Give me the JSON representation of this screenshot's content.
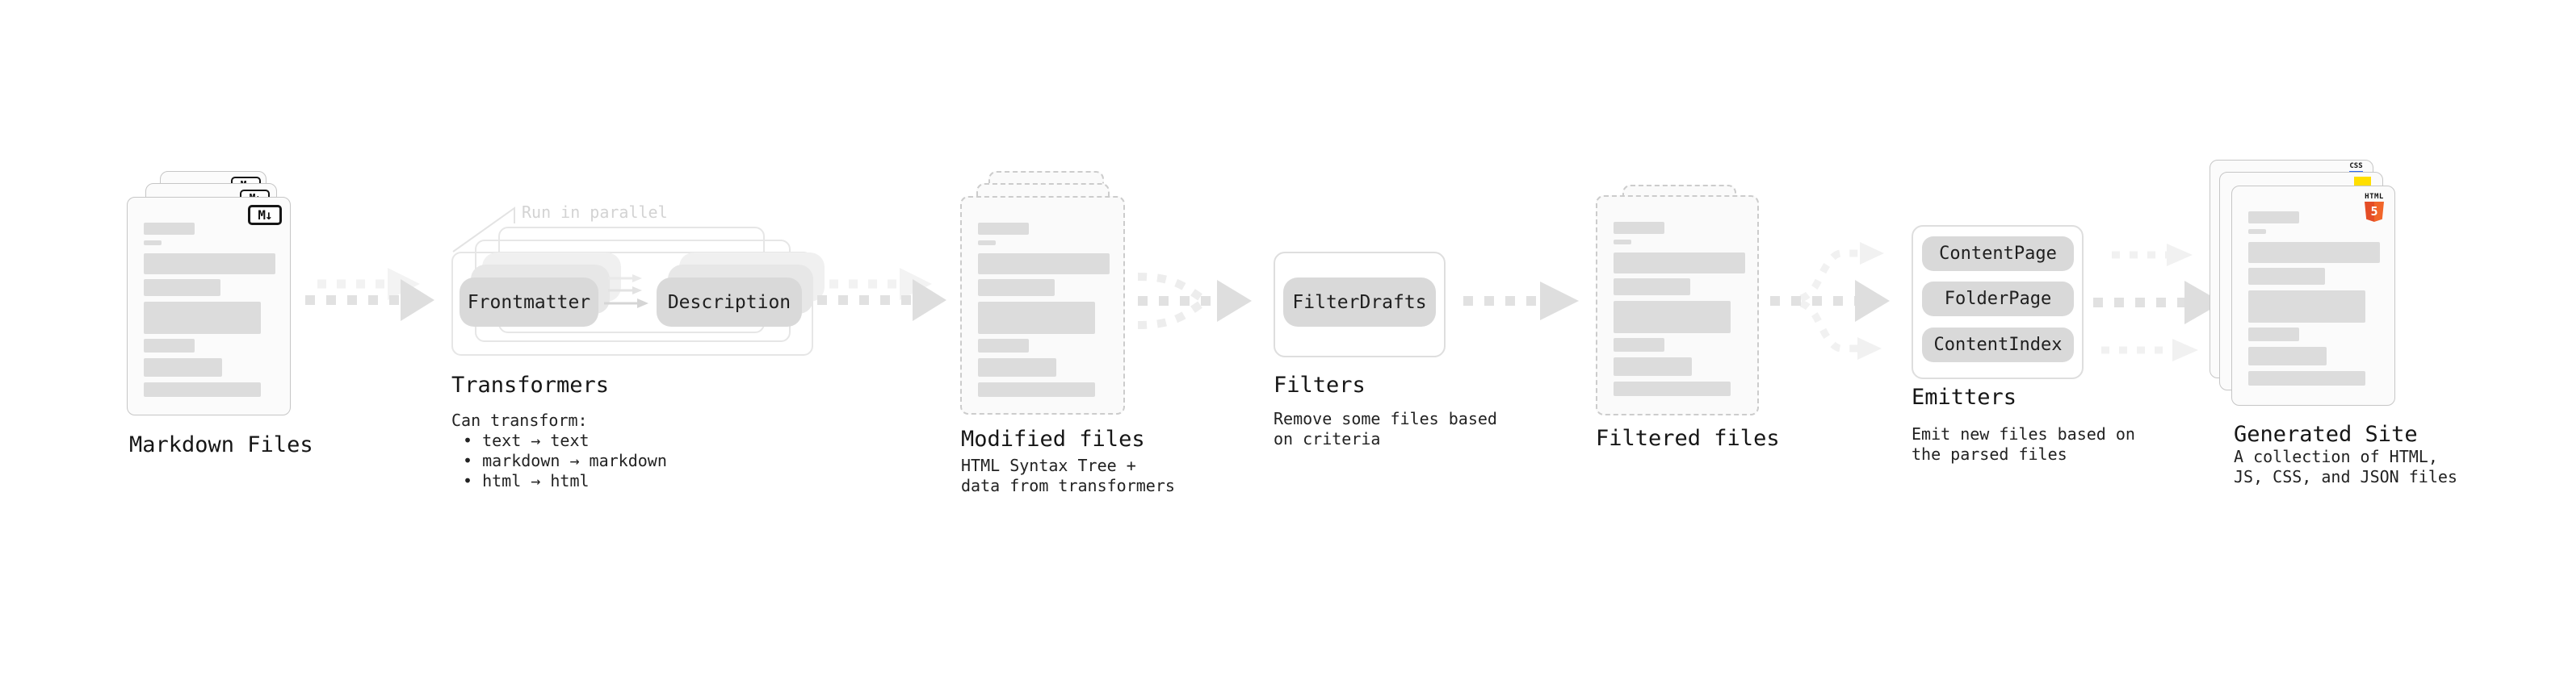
{
  "stages": {
    "markdown": {
      "title": "Markdown Files",
      "badge": "M↓"
    },
    "transformers": {
      "title": "Transformers",
      "annotation": "Run in parallel",
      "pills": {
        "left": "Frontmatter",
        "right": "Description"
      },
      "sub": [
        "Can transform:",
        "• text → text",
        "• markdown → markdown",
        "• html → html"
      ]
    },
    "modified": {
      "title": "Modified files",
      "sub": [
        "HTML Syntax Tree +",
        "data from transformers"
      ]
    },
    "filters": {
      "title": "Filters",
      "pill": "FilterDrafts",
      "sub": [
        "Remove some files based",
        "on criteria"
      ]
    },
    "filtered": {
      "title": "Filtered files"
    },
    "emitters": {
      "title": "Emitters",
      "pills": [
        "ContentPage",
        "FolderPage",
        "ContentIndex"
      ],
      "sub": [
        "Emit new files based on",
        "the parsed files"
      ]
    },
    "generated": {
      "title": "Generated Site",
      "sub": [
        "A collection of HTML,",
        "JS, CSS, and JSON files"
      ],
      "badges": {
        "css": "CSS",
        "html_label": "HTML",
        "html_number": "5"
      }
    }
  },
  "colors": {
    "card_border": "#c6c6c6",
    "card_fill": "#fbfbfb",
    "dashed_border": "#cccccc",
    "bar_gray": "#dcdcdc",
    "pill_gray": "#d9d9d9",
    "arrow_dark": "#e1e1e1",
    "arrow_light": "#f2f2f2",
    "annotation_gray": "#d3d3d3",
    "html5_orange": "#e44d26",
    "html5_orange_light": "#f16529",
    "js_yellow": "#ffdf00",
    "css_blue": "#2965f1"
  }
}
